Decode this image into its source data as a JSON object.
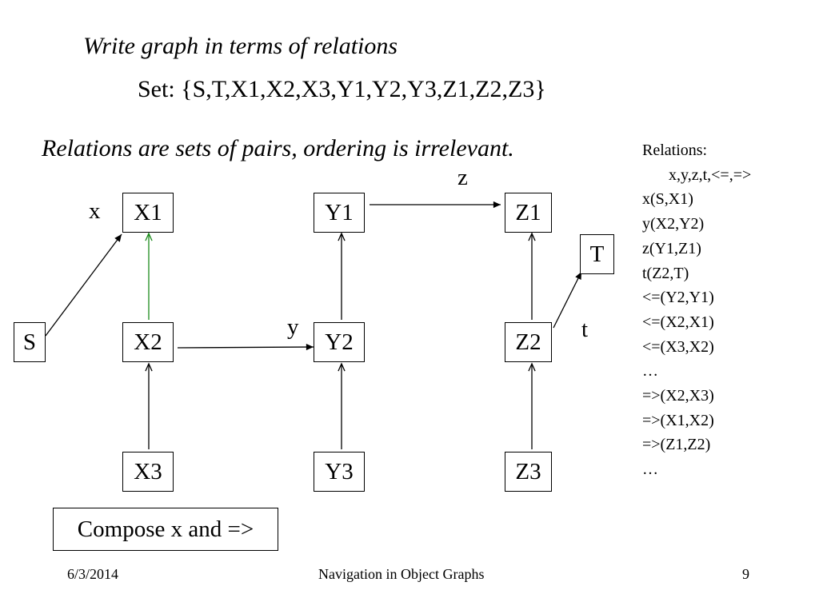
{
  "slide": {
    "heading": "Write graph in terms of relations",
    "set_line": "Set: {S,T,X1,X2,X3,Y1,Y2,Y3,Z1,Z2,Z3}",
    "subtitle": "Relations are sets of pairs, ordering is irrelevant.",
    "compose_box": "Compose x and =>"
  },
  "graph": {
    "nodes": {
      "S": "S",
      "T": "T",
      "X1": "X1",
      "X2": "X2",
      "X3": "X3",
      "Y1": "Y1",
      "Y2": "Y2",
      "Y3": "Y3",
      "Z1": "Z1",
      "Z2": "Z2",
      "Z3": "Z3"
    },
    "edge_labels": {
      "x": "x",
      "y": "y",
      "z": "z",
      "t": "t"
    },
    "edges": [
      {
        "from": "S",
        "to": "X1",
        "label": "x",
        "color": "#000000"
      },
      {
        "from": "X2",
        "to": "Y2",
        "label": "y",
        "color": "#000000"
      },
      {
        "from": "Y1",
        "to": "Z1",
        "label": "z",
        "color": "#000000"
      },
      {
        "from": "Z2",
        "to": "T",
        "label": "t",
        "color": "#000000"
      },
      {
        "from": "X2",
        "to": "X1",
        "color": "#1a8a1a"
      },
      {
        "from": "X3",
        "to": "X2",
        "color": "#000000"
      },
      {
        "from": "Y2",
        "to": "Y1",
        "color": "#000000"
      },
      {
        "from": "Y3",
        "to": "Y2",
        "color": "#000000"
      },
      {
        "from": "Z2",
        "to": "Z1",
        "color": "#000000"
      },
      {
        "from": "Z3",
        "to": "Z2",
        "color": "#000000"
      }
    ],
    "highlight_color": "#1a8a1a"
  },
  "relations": {
    "title": "Relations:",
    "names": "x,y,z,t,<=,=>",
    "items": [
      "x(S,X1)",
      "y(X2,Y2)",
      "z(Y1,Z1)",
      "t(Z2,T)",
      "<=(Y2,Y1)",
      "<=(X2,X1)",
      "<=(X3,X2)",
      "…",
      "=>(X2,X3)",
      "=>(X1,X2)",
      "=>(Z1,Z2)",
      "…"
    ]
  },
  "footer": {
    "date": "6/3/2014",
    "title": "Navigation in Object Graphs",
    "page": "9"
  }
}
